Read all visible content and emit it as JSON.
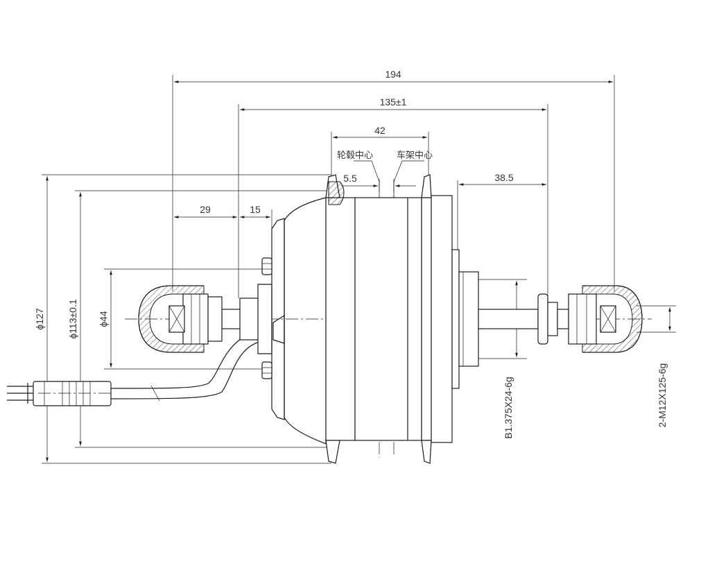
{
  "dimensions": {
    "overall_length": "194",
    "dropout_spacing": "135±1",
    "flange_distance": "42",
    "hub_center_label": "轮毂中心",
    "frame_center_label": "车架中心",
    "center_offset": "5.5",
    "right_offset": "38.5",
    "left_axle_length": "29",
    "left_offset": "15",
    "diameter_outer": "ϕ127",
    "diameter_flange": "ϕ113±0.1",
    "diameter_shaft": "ϕ44",
    "freewheel_thread": "B1.375X24-6g",
    "axle_thread": "2-M12X125-6g"
  }
}
